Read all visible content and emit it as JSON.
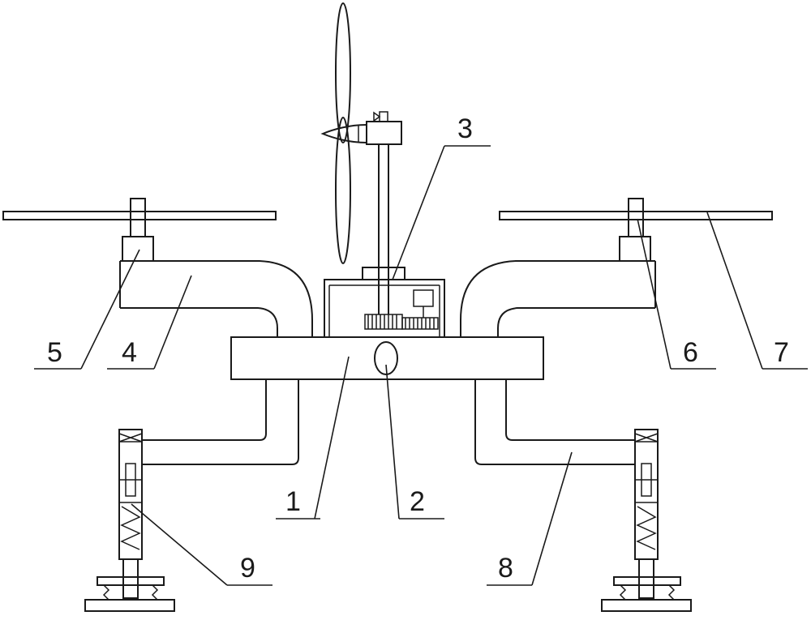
{
  "labels": {
    "n1": "1",
    "n2": "2",
    "n3": "3",
    "n4": "4",
    "n5": "5",
    "n6": "6",
    "n7": "7",
    "n8": "8",
    "n9": "9"
  },
  "colors": {
    "line": "#1a1a1a",
    "background": "#ffffff"
  }
}
